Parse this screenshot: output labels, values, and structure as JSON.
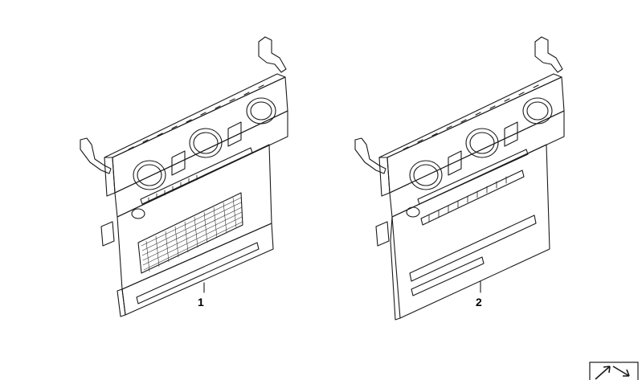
{
  "parts": [
    {
      "id": "part-1",
      "label": "1"
    },
    {
      "id": "part-2",
      "label": "2"
    }
  ],
  "icons": {
    "corner": "arrow-expand-icon"
  },
  "colors": {
    "line": "#1a1a1a",
    "background": "#ffffff",
    "grille": "#333333"
  }
}
